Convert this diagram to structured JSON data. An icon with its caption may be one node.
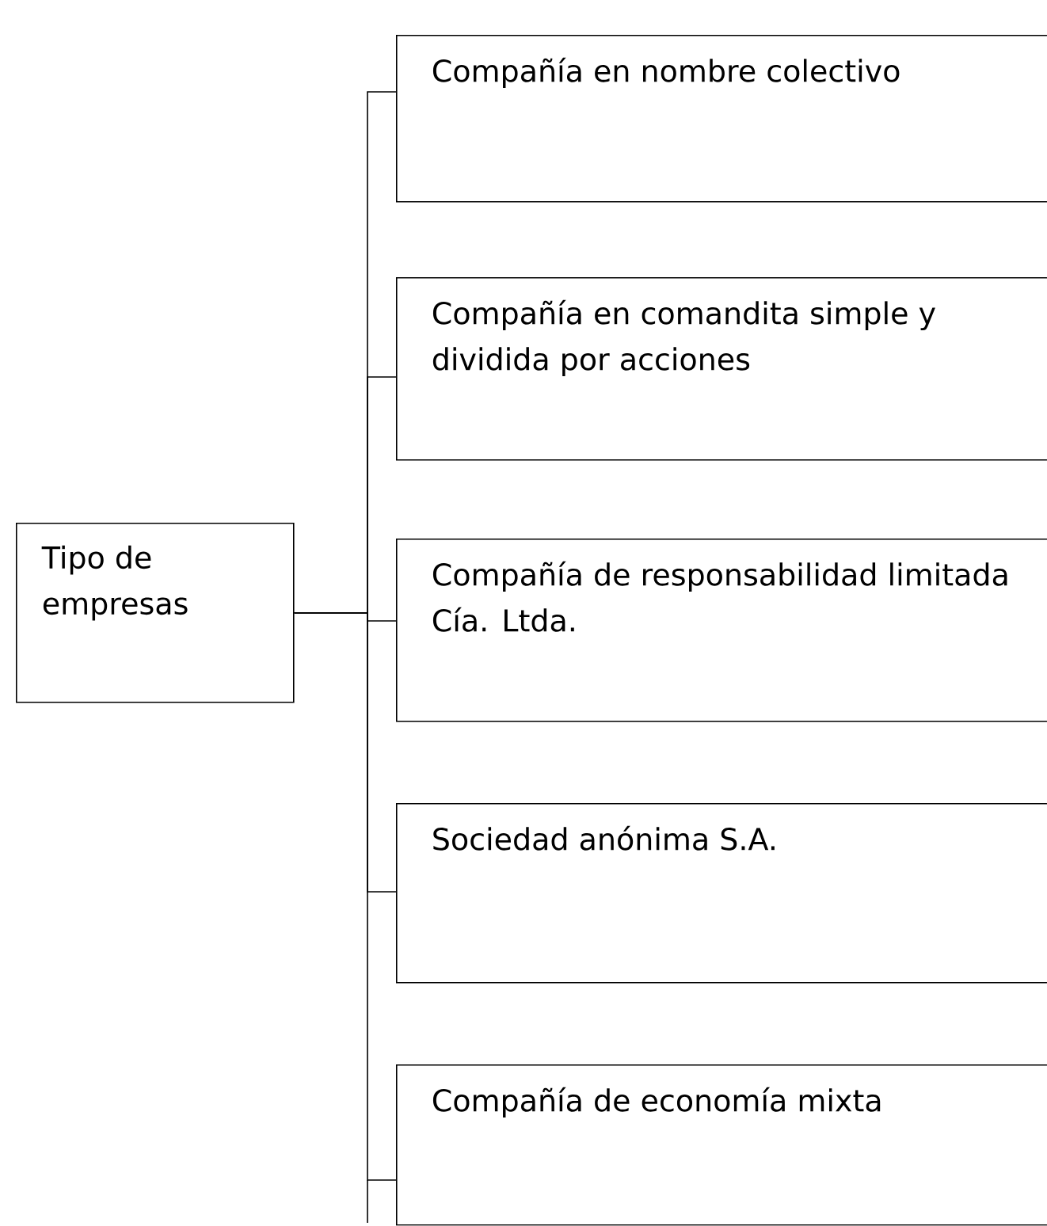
{
  "diagram": {
    "nodes": [
      {
        "text": [
          "Tipo de empresas"
        ]
      },
      {
        "text": [
          "Compañía en nombre colectivo"
        ]
      },
      {
        "text": [
          "Compañía en comandita simple y dividida por acciones"
        ]
      },
      {
        "text": [
          "Compañía de responsabilidad limitada Cía. Ltda."
        ]
      },
      {
        "text": [
          "Sociedad anónima  S.A."
        ]
      },
      {
        "text": [
          "Compañía de economía mixta"
        ]
      }
    ],
    "edges": [
      {
        "from": 0,
        "to": 1,
        "arrow": "none"
      },
      {
        "from": 0,
        "to": 2,
        "arrow": "none"
      },
      {
        "from": 0,
        "to": 3,
        "arrow": "none"
      },
      {
        "from": 0,
        "to": 4,
        "arrow": "none"
      },
      {
        "from": 0,
        "to": 5,
        "arrow": "none"
      }
    ]
  }
}
